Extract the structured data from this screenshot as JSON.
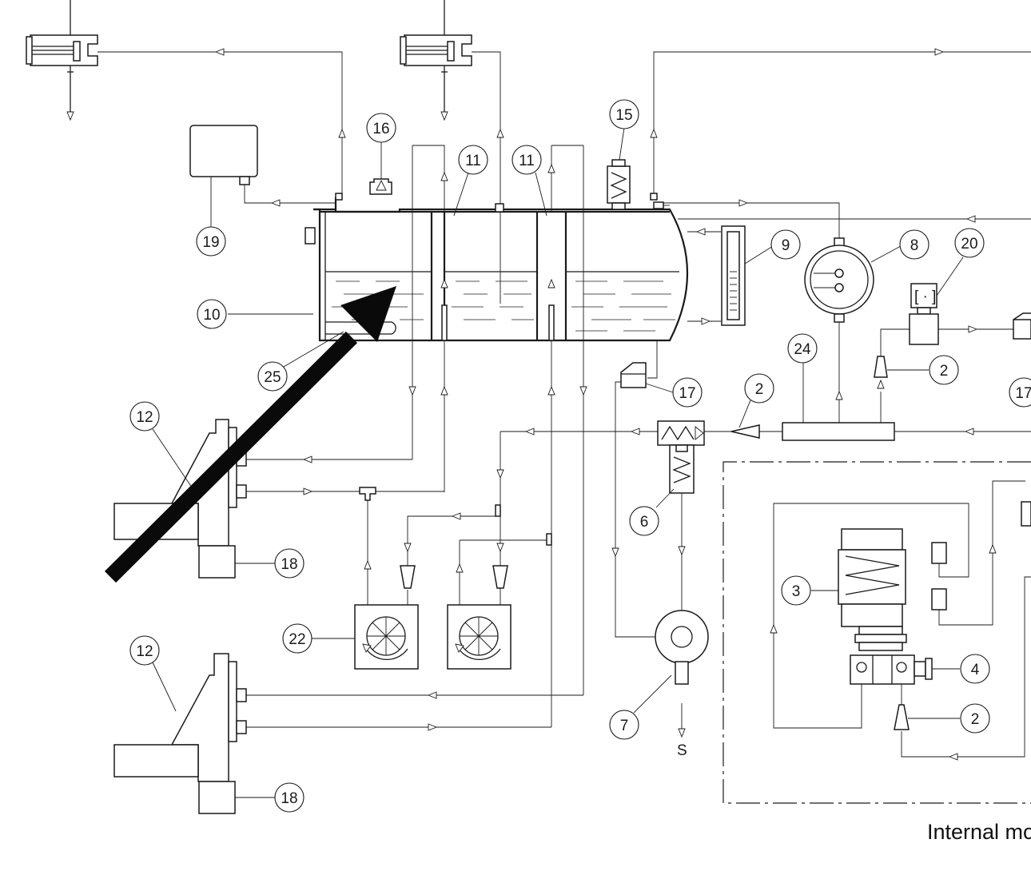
{
  "diagram": {
    "caption": "Internal mc",
    "drain_label": "S",
    "callouts": [
      {
        "id": "c16",
        "label": "16"
      },
      {
        "id": "c11a",
        "label": "11"
      },
      {
        "id": "c11b",
        "label": "11"
      },
      {
        "id": "c15",
        "label": "15"
      },
      {
        "id": "c19",
        "label": "19"
      },
      {
        "id": "c10",
        "label": "10"
      },
      {
        "id": "c25",
        "label": "25"
      },
      {
        "id": "c9",
        "label": "9"
      },
      {
        "id": "c8",
        "label": "8"
      },
      {
        "id": "c20",
        "label": "20"
      },
      {
        "id": "c24",
        "label": "24"
      },
      {
        "id": "c2a",
        "label": "2"
      },
      {
        "id": "c2b",
        "label": "2"
      },
      {
        "id": "c17a",
        "label": "17"
      },
      {
        "id": "c17b",
        "label": "17"
      },
      {
        "id": "c12a",
        "label": "12"
      },
      {
        "id": "c12b",
        "label": "12"
      },
      {
        "id": "c18a",
        "label": "18"
      },
      {
        "id": "c18b",
        "label": "18"
      },
      {
        "id": "c6",
        "label": "6"
      },
      {
        "id": "c22",
        "label": "22"
      },
      {
        "id": "c7",
        "label": "7"
      },
      {
        "id": "c3",
        "label": "3"
      },
      {
        "id": "c4",
        "label": "4"
      },
      {
        "id": "c2c",
        "label": "2"
      }
    ]
  }
}
